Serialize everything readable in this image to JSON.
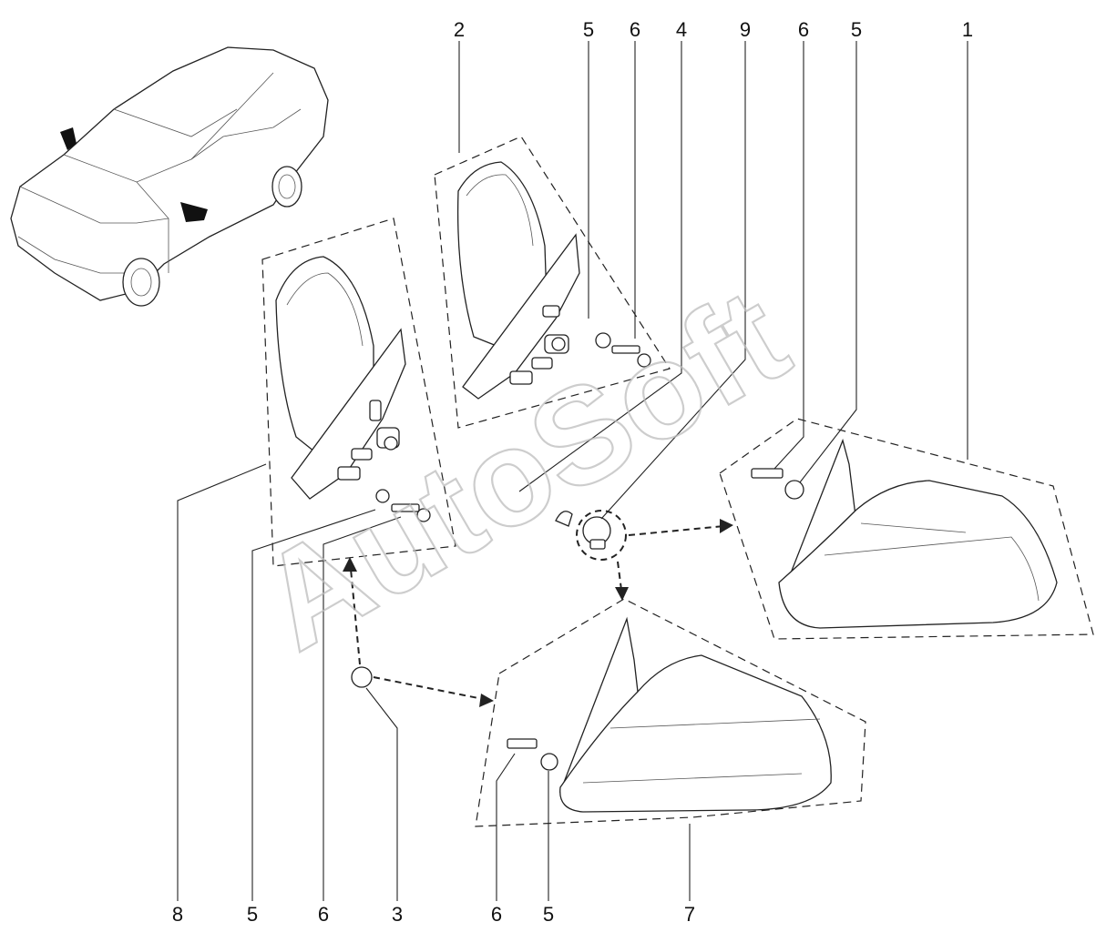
{
  "watermark": "AutoSoft",
  "callouts": {
    "top": [
      "2",
      "5",
      "6",
      "4",
      "9",
      "6",
      "5",
      "1"
    ],
    "bottom": [
      "8",
      "5",
      "6",
      "3",
      "6",
      "5",
      "7"
    ]
  }
}
